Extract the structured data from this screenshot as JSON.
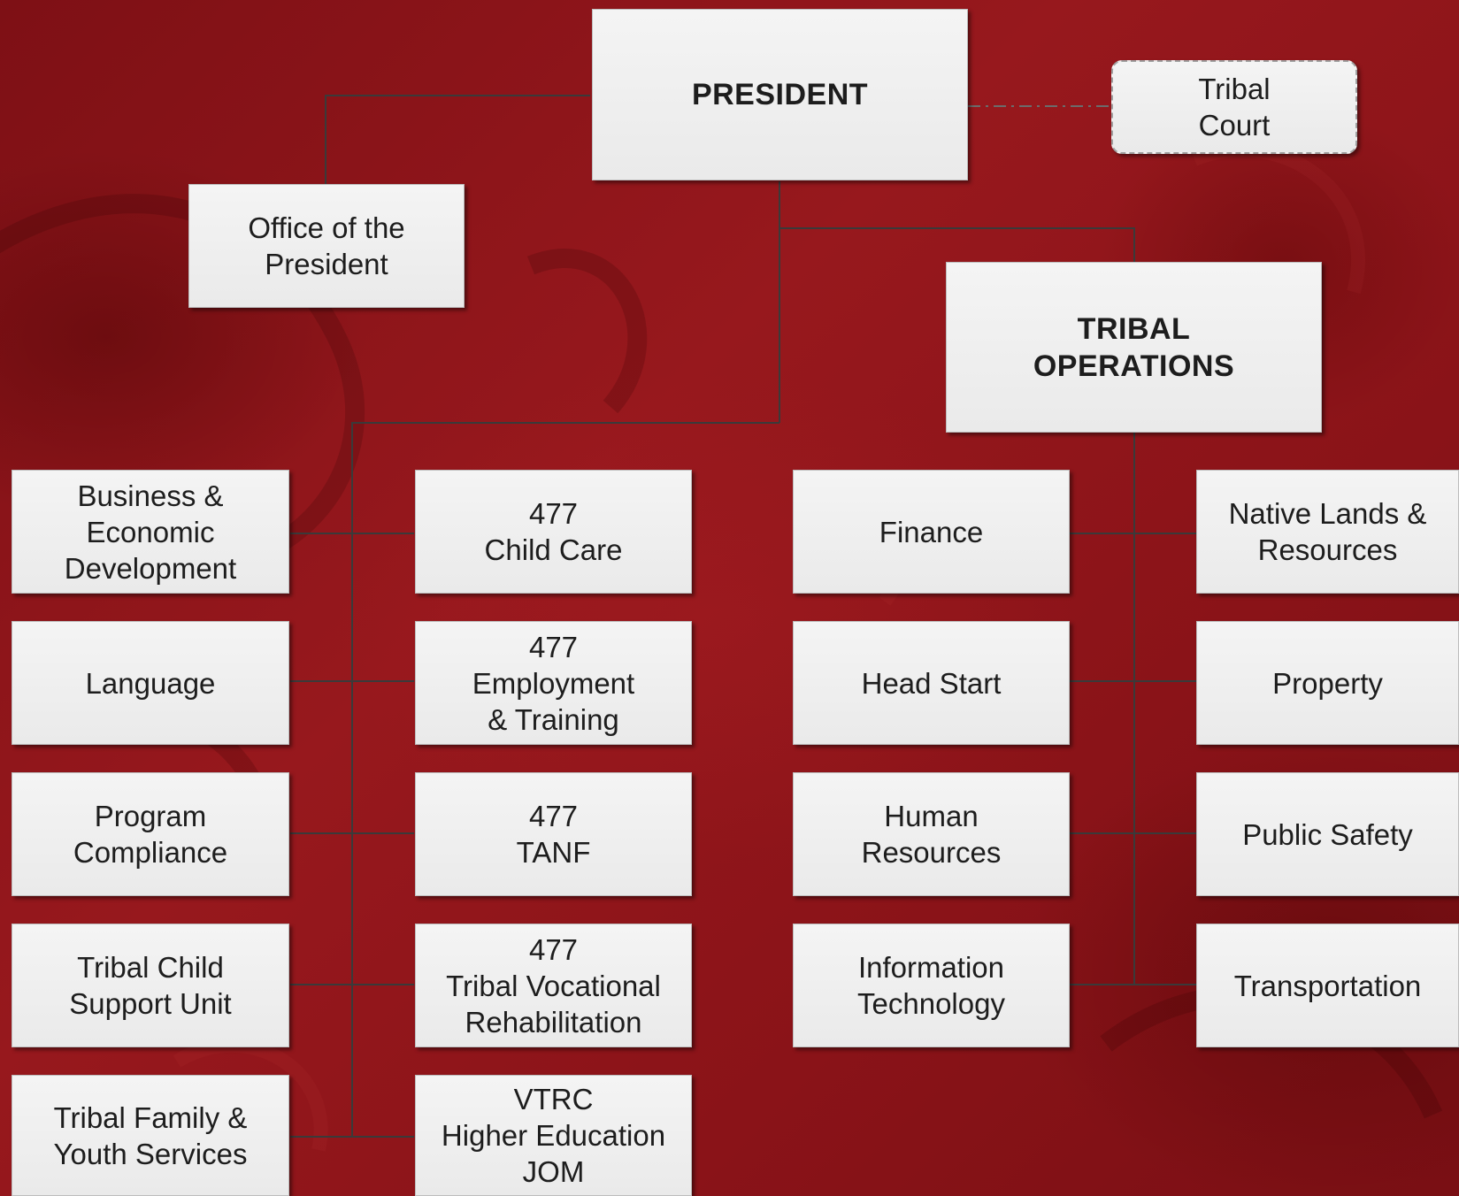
{
  "org_chart": {
    "president": "PRESIDENT",
    "tribal_court": "Tribal\nCourt",
    "office_of_president": "Office of the\nPresident",
    "tribal_operations": "TRIBAL\nOPERATIONS",
    "col1": [
      "Business &\nEconomic\nDevelopment",
      "Language",
      "Program\nCompliance",
      "Tribal Child\nSupport Unit",
      "Tribal Family &\nYouth Services"
    ],
    "col2": [
      "477\nChild Care",
      "477\nEmployment\n& Training",
      "477\nTANF",
      "477\nTribal Vocational\nRehabilitation",
      "VTRC\nHigher Education\nJOM"
    ],
    "col3": [
      "Finance",
      "Head Start",
      "Human\nResources",
      "Information\nTechnology"
    ],
    "col4": [
      "Native Lands &\nResources",
      "Property",
      "Public Safety",
      "Transportation"
    ]
  },
  "colors": {
    "background": "#8b1418",
    "box_fill": "#f0f0f0",
    "connector": "#3a3a3a"
  }
}
